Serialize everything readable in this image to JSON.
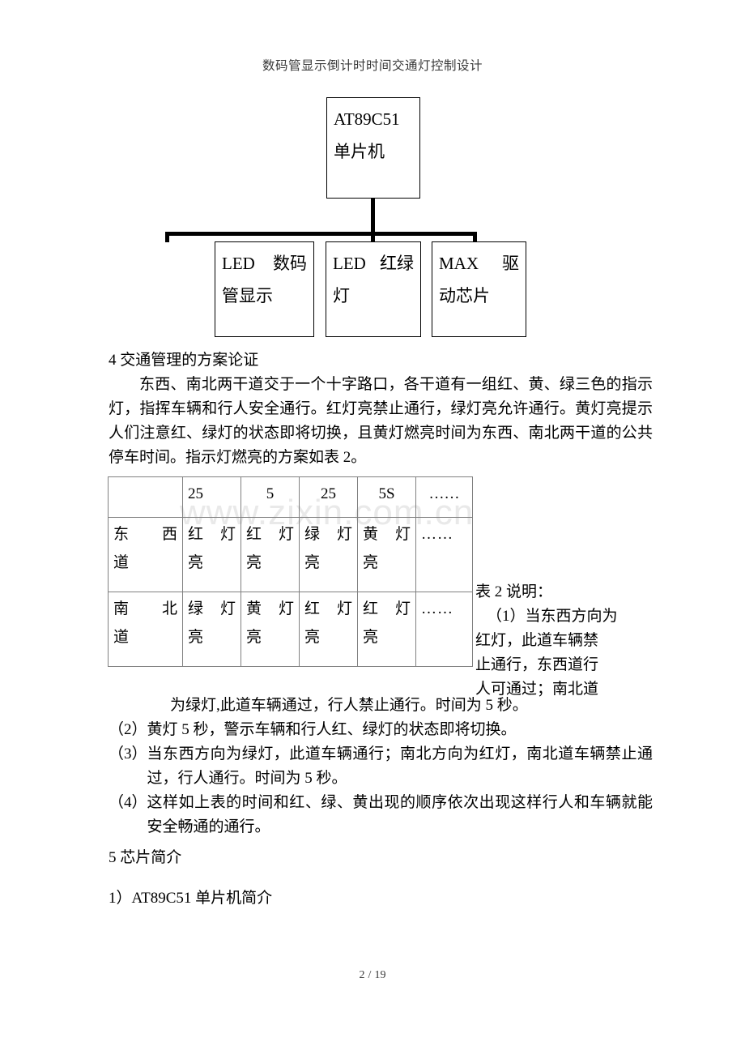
{
  "header": {
    "title": "数码管显示倒计时时间交通灯控制设计"
  },
  "footer": {
    "page_number": "2",
    "separator": "/",
    "total_pages": "19"
  },
  "watermark": {
    "text": "www.zixin.com.cn"
  },
  "diagram": {
    "name": "系统框图",
    "mcu_box": {
      "line1": "AT89C51",
      "line2": "单片机"
    },
    "children": [
      {
        "line1_a": "LED",
        "line1_b": "数码",
        "line2": "管显示"
      },
      {
        "line1_a": "LED",
        "line1_b": "红绿",
        "line2": "灯"
      },
      {
        "line1_a": "MAX",
        "line1_b": "驱",
        "line2": "动芯片"
      }
    ]
  },
  "section4": {
    "heading": "4 交通管理的方案论证",
    "paragraph": "东西、南北两干道交于一个十字路口，各干道有一组红、黄、绿三色的指示灯，指挥车辆和行人安全通行。红灯亮禁止通行，绿灯亮允许通行。黄灯亮提示人们注意红、绿灯的状态即将切换，且黄灯燃亮时间为东西、南北两干道的公共停车时间。指示灯燃亮的方案如表 2。"
  },
  "table2": {
    "header_row": [
      "",
      "25",
      "5",
      "25",
      "5S",
      "……"
    ],
    "rows": [
      {
        "label_a": "东",
        "label_b": "西",
        "label_c": "道",
        "cells": [
          {
            "a": "红",
            "b": "灯",
            "c": "亮"
          },
          {
            "a": "红",
            "b": "灯",
            "c": "亮"
          },
          {
            "a": "绿",
            "b": "灯",
            "c": "亮"
          },
          {
            "a": "黄",
            "b": "灯",
            "c": "亮"
          }
        ],
        "dots": "……"
      },
      {
        "label_a": "南",
        "label_b": "北",
        "label_c": "道",
        "cells": [
          {
            "a": "绿",
            "b": "灯",
            "c": "亮"
          },
          {
            "a": "黄",
            "b": "灯",
            "c": "亮"
          },
          {
            "a": "红",
            "b": "灯",
            "c": "亮"
          },
          {
            "a": "红",
            "b": "灯",
            "c": "亮"
          }
        ],
        "dots": "……"
      }
    ]
  },
  "side_note": {
    "line1": "表 2 说明：",
    "line2": "（1）当东西方向为",
    "line3": "红灯，此道车辆禁",
    "line4": "止通行，东西道行",
    "line5": "人可通过；南北道"
  },
  "notes": {
    "continuation": "为绿灯,此道车辆通过，行人禁止通行。时间为 5 秒。",
    "items": [
      {
        "num": "（2）",
        "text": "黄灯 5 秒，警示车辆和行人红、绿灯的状态即将切换。"
      },
      {
        "num": "（3）",
        "text": "当东西方向为绿灯，此道车辆通行；南北方向为红灯，南北道车辆禁止通过，行人通行。时间为 5 秒。"
      },
      {
        "num": "（4）",
        "text": "这样如上表的时间和红、绿、黄出现的顺序依次出现这样行人和车辆就能安全畅通的通行。"
      }
    ]
  },
  "section5": {
    "heading": "5 芯片简介",
    "subheading": "1）AT89C51 单片机简介"
  }
}
